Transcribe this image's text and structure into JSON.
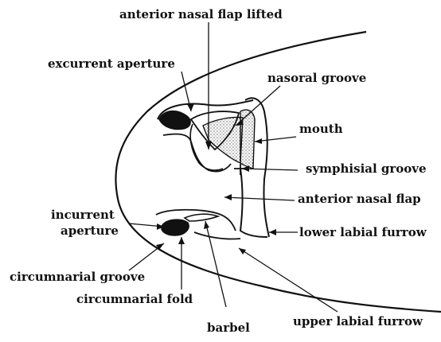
{
  "labels": {
    "anterior_nasal_flap_lifted": "anterior nasal flap lifted",
    "excurrent_aperture": "excurrent aperture",
    "nasoral_groove": "nasoral groove",
    "mouth": "mouth",
    "symphisial_groove": "symphisial groove",
    "anterior_nasal_flap": "anterior nasal flap",
    "incurrent_aperture_line1": "incurrent",
    "incurrent_aperture_line2": "aperture",
    "lower_labial_furrow": "lower labial furrow",
    "circumnarial_groove": "circumnarial groove",
    "circumnarial_fold": "circumnarial fold",
    "barbel": "barbel",
    "upper_labial_furrow": "upper labial furrow"
  },
  "colors": {
    "ink": "#111111",
    "background": "#ffffff"
  }
}
